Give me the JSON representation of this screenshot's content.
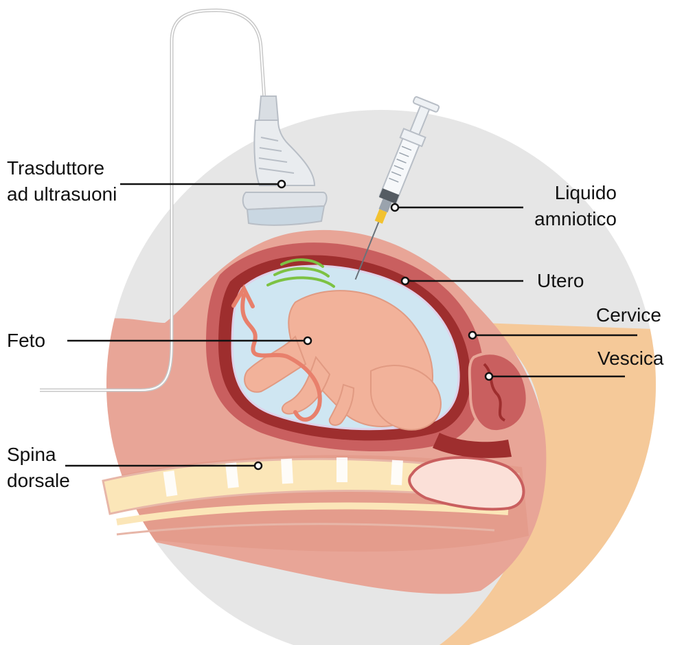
{
  "labels": {
    "transducer": [
      "Trasduttore",
      "ad ultrasuoni"
    ],
    "amniotic_fluid": [
      "Liquido",
      "amniotico"
    ],
    "uterus": "Utero",
    "fetus": "Feto",
    "bladder": "Vescica",
    "cervix": "Cervice",
    "spine": [
      "Spina",
      "dorsale"
    ]
  },
  "colors": {
    "background_circle": "#e6e6e6",
    "skin": "#e8a597",
    "uterus_wall": "#c95f5f",
    "uterus_inner": "#9e2e2e",
    "amniotic_fluid": "#cfe6f2",
    "fetus": "#f2b29a",
    "umbilical_cord": "#e8806c",
    "ultrasound_waves": "#7dc243",
    "spine_bone": "#fbe6b8",
    "pelvis_tan": "#f5c999",
    "leader_line": "#111111"
  }
}
